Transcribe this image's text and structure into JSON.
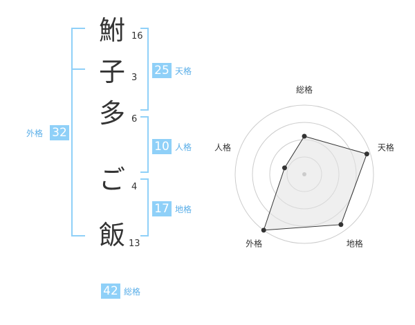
{
  "name_chars": [
    {
      "char": "鮒",
      "strokes": "16"
    },
    {
      "char": "子",
      "strokes": "3"
    },
    {
      "char": "多",
      "strokes": "6"
    },
    {
      "char": "ご",
      "strokes": "4"
    },
    {
      "char": "飯",
      "strokes": "13"
    }
  ],
  "fortune": {
    "tenkaku": {
      "value": "25",
      "label": "天格"
    },
    "jinkaku": {
      "value": "10",
      "label": "人格"
    },
    "chikaku": {
      "value": "17",
      "label": "地格"
    },
    "gaikaku": {
      "value": "32",
      "label": "外格"
    },
    "soukaku": {
      "value": "42",
      "label": "総格"
    }
  },
  "colors": {
    "accent": "#8fd0f8",
    "label": "#5aaee8",
    "fill": "#eeeeee",
    "line": "#333333"
  },
  "chart_data": {
    "type": "radar",
    "categories": [
      "総格",
      "天格",
      "地格",
      "外格",
      "人格"
    ],
    "values": [
      0.55,
      0.95,
      0.9,
      1.0,
      0.3
    ],
    "rings": 4
  }
}
